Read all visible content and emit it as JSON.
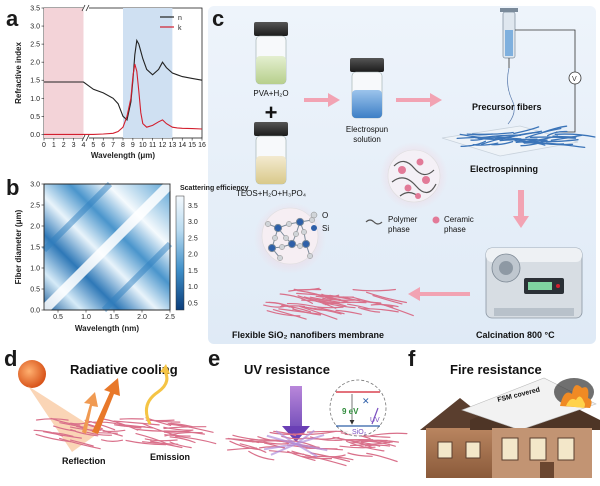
{
  "panels": {
    "a": "a",
    "b": "b",
    "c": "c",
    "d": "d",
    "e": "e",
    "f": "f"
  },
  "chart_data": [
    {
      "type": "line",
      "panel": "a",
      "xlabel": "Wavelength (μm)",
      "ylabel": "Refractive index",
      "xlim": [
        0,
        16
      ],
      "ylim": [
        -0.1,
        3.5
      ],
      "x_axis_break": "between 4 and 5",
      "xticks": [
        "0",
        "1",
        "2",
        "3",
        "4",
        "5",
        "6",
        "7",
        "8",
        "9",
        "10",
        "11",
        "12",
        "13",
        "14",
        "15",
        "16"
      ],
      "yticks": [
        "0.0",
        "0.5",
        "1.0",
        "1.5",
        "2.0",
        "2.5",
        "3.0",
        "3.5"
      ],
      "shaded_regions": [
        {
          "x": [
            0,
            4
          ],
          "color": "#f3d3d8"
        },
        {
          "x": [
            8,
            13
          ],
          "color": "#cfe0f2"
        }
      ],
      "series": [
        {
          "name": "n",
          "color": "#222222",
          "x": [
            0,
            4,
            5,
            6,
            7,
            7.5,
            8,
            8.4,
            8.8,
            9.0,
            9.2,
            9.4,
            9.6,
            9.8,
            10,
            10.4,
            11,
            11.6,
            12,
            12.4,
            13,
            13.5,
            14,
            15,
            16
          ],
          "y": [
            1.45,
            1.45,
            1.25,
            1.15,
            1.0,
            0.85,
            0.5,
            0.4,
            0.9,
            1.5,
            2.2,
            2.6,
            2.5,
            2.3,
            2.1,
            1.8,
            1.65,
            1.8,
            2.0,
            1.85,
            1.7,
            1.65,
            1.6,
            1.55,
            1.5
          ]
        },
        {
          "name": "k",
          "color": "#d21f2e",
          "x": [
            0,
            4,
            5,
            6,
            7,
            7.5,
            8,
            8.4,
            8.8,
            9.0,
            9.2,
            9.4,
            9.6,
            9.8,
            10,
            10.4,
            11,
            11.6,
            12,
            12.4,
            13,
            13.5,
            14,
            15,
            16
          ],
          "y": [
            0.0,
            0.0,
            0.0,
            0.01,
            0.03,
            0.08,
            0.2,
            0.5,
            1.0,
            1.6,
            1.95,
            1.75,
            1.2,
            0.6,
            0.3,
            0.2,
            0.25,
            0.35,
            0.4,
            0.3,
            0.2,
            0.18,
            0.17,
            0.16,
            0.15
          ]
        }
      ]
    },
    {
      "type": "heatmap",
      "panel": "b",
      "xlabel": "Wavelength (nm)",
      "ylabel": "Fiber diameter (μm)",
      "xlim": [
        0.25,
        2.5
      ],
      "ylim": [
        0,
        3.0
      ],
      "xticks": [
        "0.5",
        "1.0",
        "1.5",
        "2.0",
        "2.5"
      ],
      "yticks": [
        "0.0",
        "0.5",
        "1.0",
        "1.5",
        "2.0",
        "2.5",
        "3.0"
      ],
      "colorbar_title": "Scattering efficiency",
      "colorbar_ticks": [
        "0.5",
        "1.0",
        "1.5",
        "2.0",
        "2.5",
        "3.0",
        "3.5"
      ],
      "colorbar_range": [
        0.3,
        3.8
      ]
    }
  ],
  "c": {
    "vial1": "PVA+H₂O",
    "plus": "+",
    "vial2": "TEOS+H₂O+H₃PO₄",
    "solution": [
      "Electrospun",
      "solution"
    ],
    "fibers": "Precursor fibers",
    "electrospinning": "Electrospinning",
    "polymer": [
      "Polymer",
      "phase"
    ],
    "ceramic": [
      "Ceramic",
      "phase"
    ],
    "legend_o": "O",
    "legend_si": "Si",
    "calcination": "Calcination 800 °C",
    "membrane": "Flexible SiO₂ nanofibers membrane"
  },
  "d": {
    "title": "Radiative cooling",
    "reflection": "Reflection",
    "emission": "Emission"
  },
  "e": {
    "title": "UV resistance",
    "ev": "9 eV",
    "uv": "UV",
    "sio2": "SiO₂"
  },
  "f": {
    "title": "Fire resistance",
    "sign": "FSM covered"
  },
  "colors": {
    "pink_fiber": "#d9708a",
    "blue_bg": "#cfe0f2",
    "accent_red": "#d21f2e",
    "arrow_pink": "#f2a3b3"
  }
}
